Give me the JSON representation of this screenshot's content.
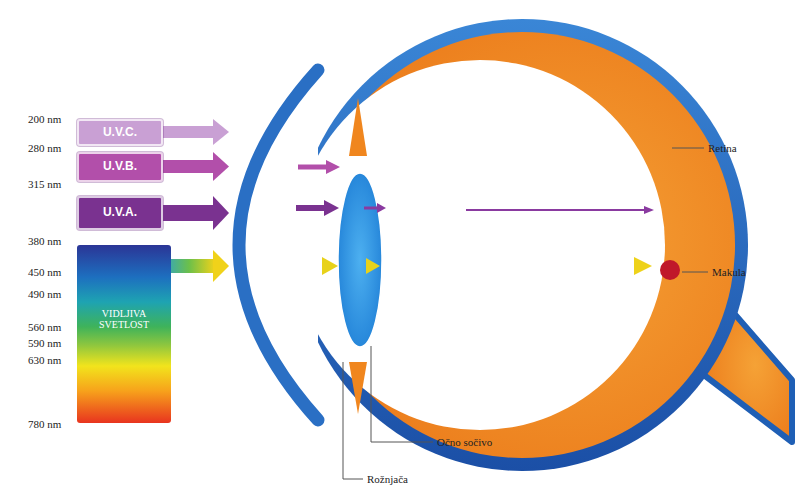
{
  "diagram": {
    "nodes": [
      {
        "text": [
          "U.V.C."
        ]
      },
      {
        "text": [
          "U.V.B."
        ]
      },
      {
        "text": [
          "U.V.A."
        ]
      },
      {
        "text": [
          "VIDLJIVA SVETLOST"
        ]
      }
    ],
    "labels": [
      "200 nm",
      "280 nm",
      "315 nm",
      "380 nm",
      "450 nm",
      "490 nm",
      "560 nm",
      "590 nm",
      "630 nm",
      "780 nm",
      "Retina",
      "Makula",
      "Očno sočivo",
      "Rožnjača"
    ]
  }
}
